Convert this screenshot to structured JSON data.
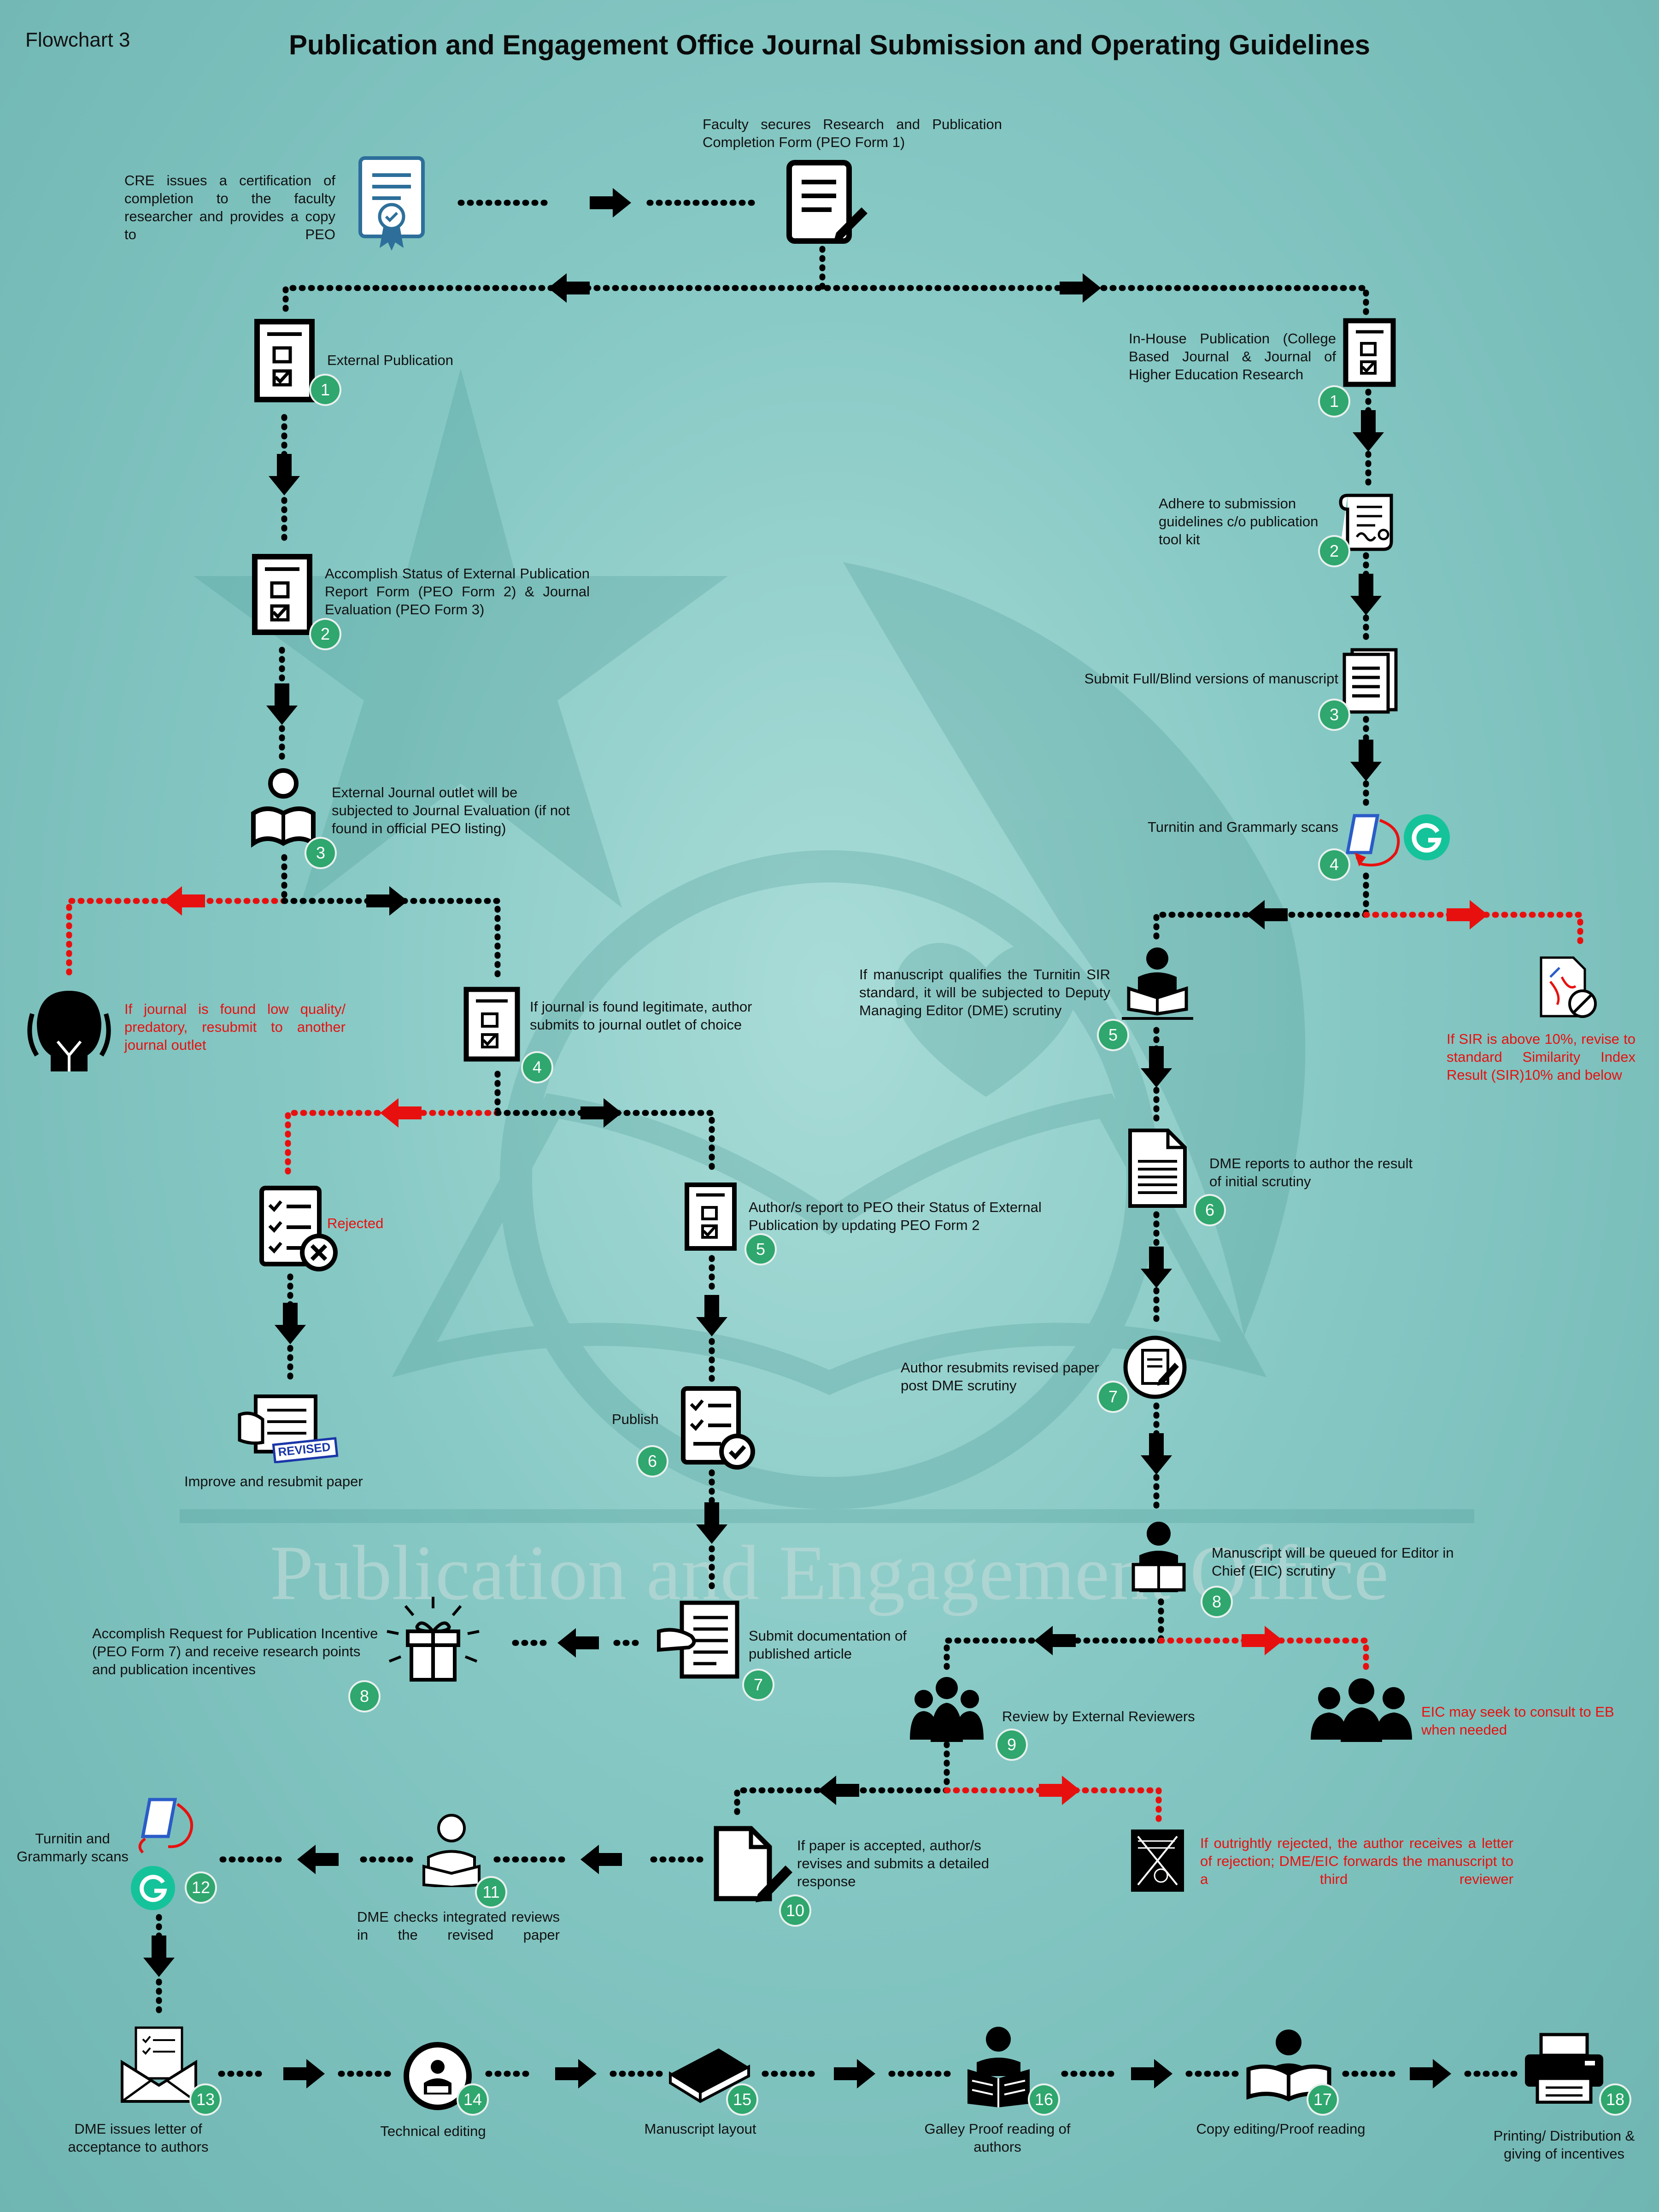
{
  "header": {
    "flowchart_label": "Flowchart 3",
    "title": "Publication and Engagement Office Journal Submission and Operating Guidelines"
  },
  "watermark": {
    "text": "Publication and Engagement Office"
  },
  "colors": {
    "background": "#86c8c4",
    "normal_path": "#000000",
    "negative_path": "#e8100f",
    "badge": "#2fa76e",
    "grammarly": "#15c39a"
  },
  "top": {
    "cre_text": "CRE issues a certification of completion to the faculty researcher and provides a copy to PEO",
    "faculty_text": "Faculty secures Research and Publication Completion Form (PEO Form 1)"
  },
  "external": {
    "s1": "External Publication",
    "s2": "Accomplish Status of External Publication Report Form (PEO Form 2) & Journal Evaluation (PEO Form 3)",
    "s3": "External Journal outlet will be subjected to Journal Evaluation (if not found in official PEO listing)",
    "predatory": "If journal is found low quality/ predatory, resubmit to another journal outlet",
    "s4": "If journal is found legitimate, author submits to journal outlet of choice",
    "rejected": "Rejected",
    "improve": "Improve and resubmit paper",
    "revised_stamp": "REVISED",
    "s5": "Author/s report to PEO their Status of External Publication by updating PEO Form 2",
    "s6": "Publish",
    "s7": "Submit documentation of published article",
    "s8": "Accomplish Request for Publication Incentive (PEO Form 7) and receive research points and publication incentives"
  },
  "inhouse": {
    "s1": "In-House Publication (College Based Journal & Journal of Higher Education Research",
    "s2": "Adhere to submission guidelines c/o publication tool kit",
    "s3": "Submit Full/Blind versions of manuscript",
    "s4": "Turnitin and Grammarly scans",
    "sir_above": "If SIR is above 10%, revise to standard Similarity Index Result (SIR)10% and below",
    "s5": "If manuscript qualifies the Turnitin SIR standard, it will be subjected to Deputy Managing Editor (DME) scrutiny",
    "s6": "DME reports to author the result of initial scrutiny",
    "s7": "Author resubmits revised paper post DME scrutiny",
    "s8": "Manuscript will be queued for Editor in Chief (EIC) scrutiny",
    "eic": "EIC may seek to consult to EB when needed",
    "s9": "Review by External Reviewers",
    "reject": "If outrightly rejected, the author receives a letter of rejection; DME/EIC forwards the manuscript to a third reviewer",
    "s10": "If paper is accepted, author/s revises and submits a detailed response",
    "s11": "DME checks integrated reviews in the revised paper",
    "s12": "Turnitin and Grammarly scans",
    "s13": "DME issues letter of acceptance to authors",
    "s14": "Technical editing",
    "s15": "Manuscript layout",
    "s16": "Galley Proof reading of authors",
    "s17": "Copy editing/Proof reading",
    "s18": "Printing/ Distribution & giving of incentives"
  },
  "badges": {
    "e1": "1",
    "e2": "2",
    "e3": "3",
    "e4": "4",
    "e5": "5",
    "e6": "6",
    "e7": "7",
    "e8": "8",
    "i1": "1",
    "i2": "2",
    "i3": "3",
    "i4": "4",
    "i5": "5",
    "i6": "6",
    "i7": "7",
    "i8": "8",
    "i9": "9",
    "i10": "10",
    "i11": "11",
    "i12": "12",
    "i13": "13",
    "i14": "14",
    "i15": "15",
    "i16": "16",
    "i17": "17",
    "i18": "18"
  },
  "icons": [
    "certificate-icon",
    "form-edit-icon",
    "checklist-doc-icon",
    "reader-icon",
    "predator-icon",
    "rejected-list-icon",
    "revised-paper-icon",
    "checklist-done-icon",
    "hand-document-icon",
    "gift-icon",
    "scroll-icon",
    "document-lines-icon",
    "turnitin-icon",
    "grammarly-icon",
    "similarity-icon",
    "person-reading-icon",
    "report-doc-icon",
    "revise-circle-icon",
    "editor-chief-icon",
    "group-icon",
    "paper-edit-icon",
    "rejection-letter-icon",
    "dme-check-icon",
    "envelope-letter-icon",
    "technical-editing-icon",
    "layout-book-icon",
    "galley-reader-icon",
    "proof-reader-icon",
    "printer-icon"
  ]
}
